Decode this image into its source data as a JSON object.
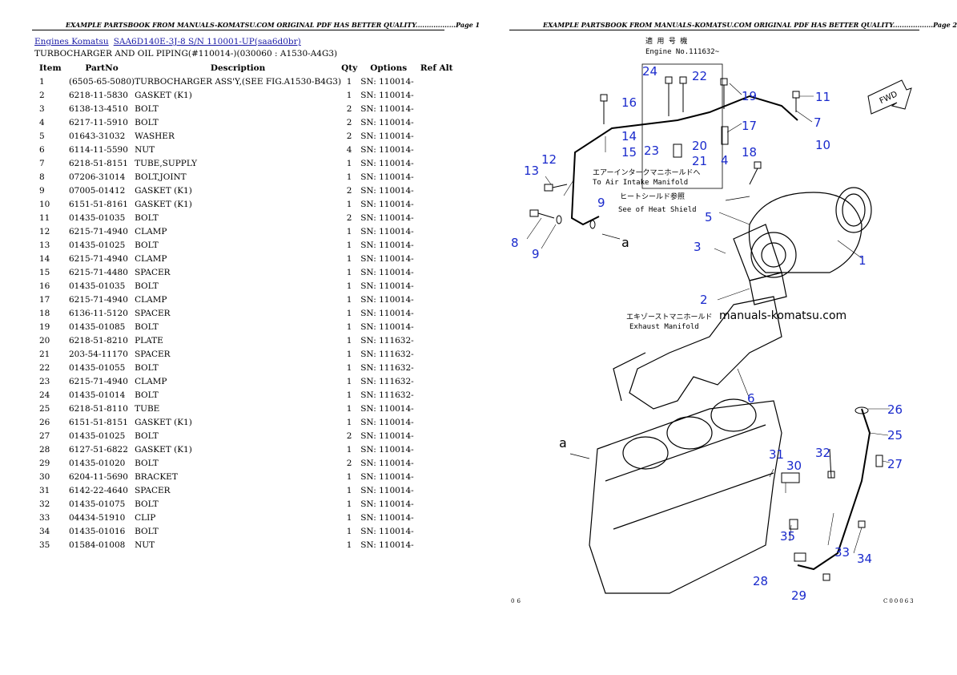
{
  "header": {
    "left": "EXAMPLE PARTSBOOK FROM MANUALS-KOMATSU.COM ORIGINAL PDF HAS BETTER QUALITY..................Page 1",
    "right": "EXAMPLE PARTSBOOK FROM MANUALS-KOMATSU.COM ORIGINAL PDF HAS BETTER QUALITY..................Page 2"
  },
  "breadcrumb": {
    "engines": "Engines Komatsu",
    "model": "SAA6D140E-3J-8 S/N 110001-UP(saa6d0br)"
  },
  "subtitle": "TURBOCHARGER AND OIL PIPING(#110014-)(030060 : A1530-A4G3)",
  "table": {
    "headers": [
      "Item",
      "PartNo",
      "Description",
      "Qty",
      "Options",
      "Ref Alt"
    ],
    "rows": [
      [
        "1",
        "(6505-65-5080)",
        "TURBOCHARGER ASS'Y,(SEE FIG.A1530-B4G3)",
        "1",
        "SN: 110014-",
        ""
      ],
      [
        "2",
        "6218-11-5830",
        "GASKET (K1)",
        "1",
        "SN: 110014-",
        ""
      ],
      [
        "3",
        "6138-13-4510",
        "BOLT",
        "2",
        "SN: 110014-",
        ""
      ],
      [
        "4",
        "6217-11-5910",
        "BOLT",
        "2",
        "SN: 110014-",
        ""
      ],
      [
        "5",
        "01643-31032",
        "WASHER",
        "2",
        "SN: 110014-",
        ""
      ],
      [
        "6",
        "6114-11-5590",
        "NUT",
        "4",
        "SN: 110014-",
        ""
      ],
      [
        "7",
        "6218-51-8151",
        "TUBE,SUPPLY",
        "1",
        "SN: 110014-",
        ""
      ],
      [
        "8",
        "07206-31014",
        "BOLT,JOINT",
        "1",
        "SN: 110014-",
        ""
      ],
      [
        "9",
        "07005-01412",
        "GASKET (K1)",
        "2",
        "SN: 110014-",
        ""
      ],
      [
        "10",
        "6151-51-8161",
        "GASKET (K1)",
        "1",
        "SN: 110014-",
        ""
      ],
      [
        "11",
        "01435-01035",
        "BOLT",
        "2",
        "SN: 110014-",
        ""
      ],
      [
        "12",
        "6215-71-4940",
        "CLAMP",
        "1",
        "SN: 110014-",
        ""
      ],
      [
        "13",
        "01435-01025",
        "BOLT",
        "1",
        "SN: 110014-",
        ""
      ],
      [
        "14",
        "6215-71-4940",
        "CLAMP",
        "1",
        "SN: 110014-",
        ""
      ],
      [
        "15",
        "6215-71-4480",
        "SPACER",
        "1",
        "SN: 110014-",
        ""
      ],
      [
        "16",
        "01435-01035",
        "BOLT",
        "1",
        "SN: 110014-",
        ""
      ],
      [
        "17",
        "6215-71-4940",
        "CLAMP",
        "1",
        "SN: 110014-",
        ""
      ],
      [
        "18",
        "6136-11-5120",
        "SPACER",
        "1",
        "SN: 110014-",
        ""
      ],
      [
        "19",
        "01435-01085",
        "BOLT",
        "1",
        "SN: 110014-",
        ""
      ],
      [
        "20",
        "6218-51-8210",
        "PLATE",
        "1",
        "SN: 111632-",
        ""
      ],
      [
        "21",
        "203-54-11170",
        "SPACER",
        "1",
        "SN: 111632-",
        ""
      ],
      [
        "22",
        "01435-01055",
        "BOLT",
        "1",
        "SN: 111632-",
        ""
      ],
      [
        "23",
        "6215-71-4940",
        "CLAMP",
        "1",
        "SN: 111632-",
        ""
      ],
      [
        "24",
        "01435-01014",
        "BOLT",
        "1",
        "SN: 111632-",
        ""
      ],
      [
        "25",
        "6218-51-8110",
        "TUBE",
        "1",
        "SN: 110014-",
        ""
      ],
      [
        "26",
        "6151-51-8151",
        "GASKET (K1)",
        "1",
        "SN: 110014-",
        ""
      ],
      [
        "27",
        "01435-01025",
        "BOLT",
        "2",
        "SN: 110014-",
        ""
      ],
      [
        "28",
        "6127-51-6822",
        "GASKET (K1)",
        "1",
        "SN: 110014-",
        ""
      ],
      [
        "29",
        "01435-01020",
        "BOLT",
        "2",
        "SN: 110014-",
        ""
      ],
      [
        "30",
        "6204-11-5690",
        "BRACKET",
        "1",
        "SN: 110014-",
        ""
      ],
      [
        "31",
        "6142-22-4640",
        "SPACER",
        "1",
        "SN: 110014-",
        ""
      ],
      [
        "32",
        "01435-01075",
        "BOLT",
        "1",
        "SN: 110014-",
        ""
      ],
      [
        "33",
        "04434-51910",
        "CLIP",
        "1",
        "SN: 110014-",
        ""
      ],
      [
        "34",
        "01435-01016",
        "BOLT",
        "1",
        "SN: 110014-",
        ""
      ],
      [
        "35",
        "01584-01008",
        "NUT",
        "1",
        "SN: 110014-",
        ""
      ]
    ]
  },
  "diagram": {
    "callouts": [
      "1",
      "2",
      "3",
      "4",
      "5",
      "6",
      "7",
      "8",
      "9",
      "10",
      "11",
      "12",
      "13",
      "14",
      "15",
      "16",
      "17",
      "18",
      "19",
      "20",
      "21",
      "22",
      "23",
      "24",
      "25",
      "26",
      "27",
      "28",
      "29",
      "30",
      "31",
      "32",
      "33",
      "34",
      "35",
      "9"
    ],
    "watermark": "manuals-komatsu.com",
    "engine_label_jp": "適 用 号 機",
    "engine_label": "Engine No.111632~",
    "intake_jp": "エアーインタークマニホールドへ",
    "intake_en": "To Air Intake Manifold",
    "heat_jp": "ヒートシールド参照",
    "heat_en": "See of Heat Shield",
    "exhaust_jp": "エキゾーストマニホールド",
    "exhaust_en": "Exhaust Manifold",
    "fwd": "FWD",
    "ref_a": "a",
    "footer_left": "06",
    "footer_right": "C00063"
  }
}
